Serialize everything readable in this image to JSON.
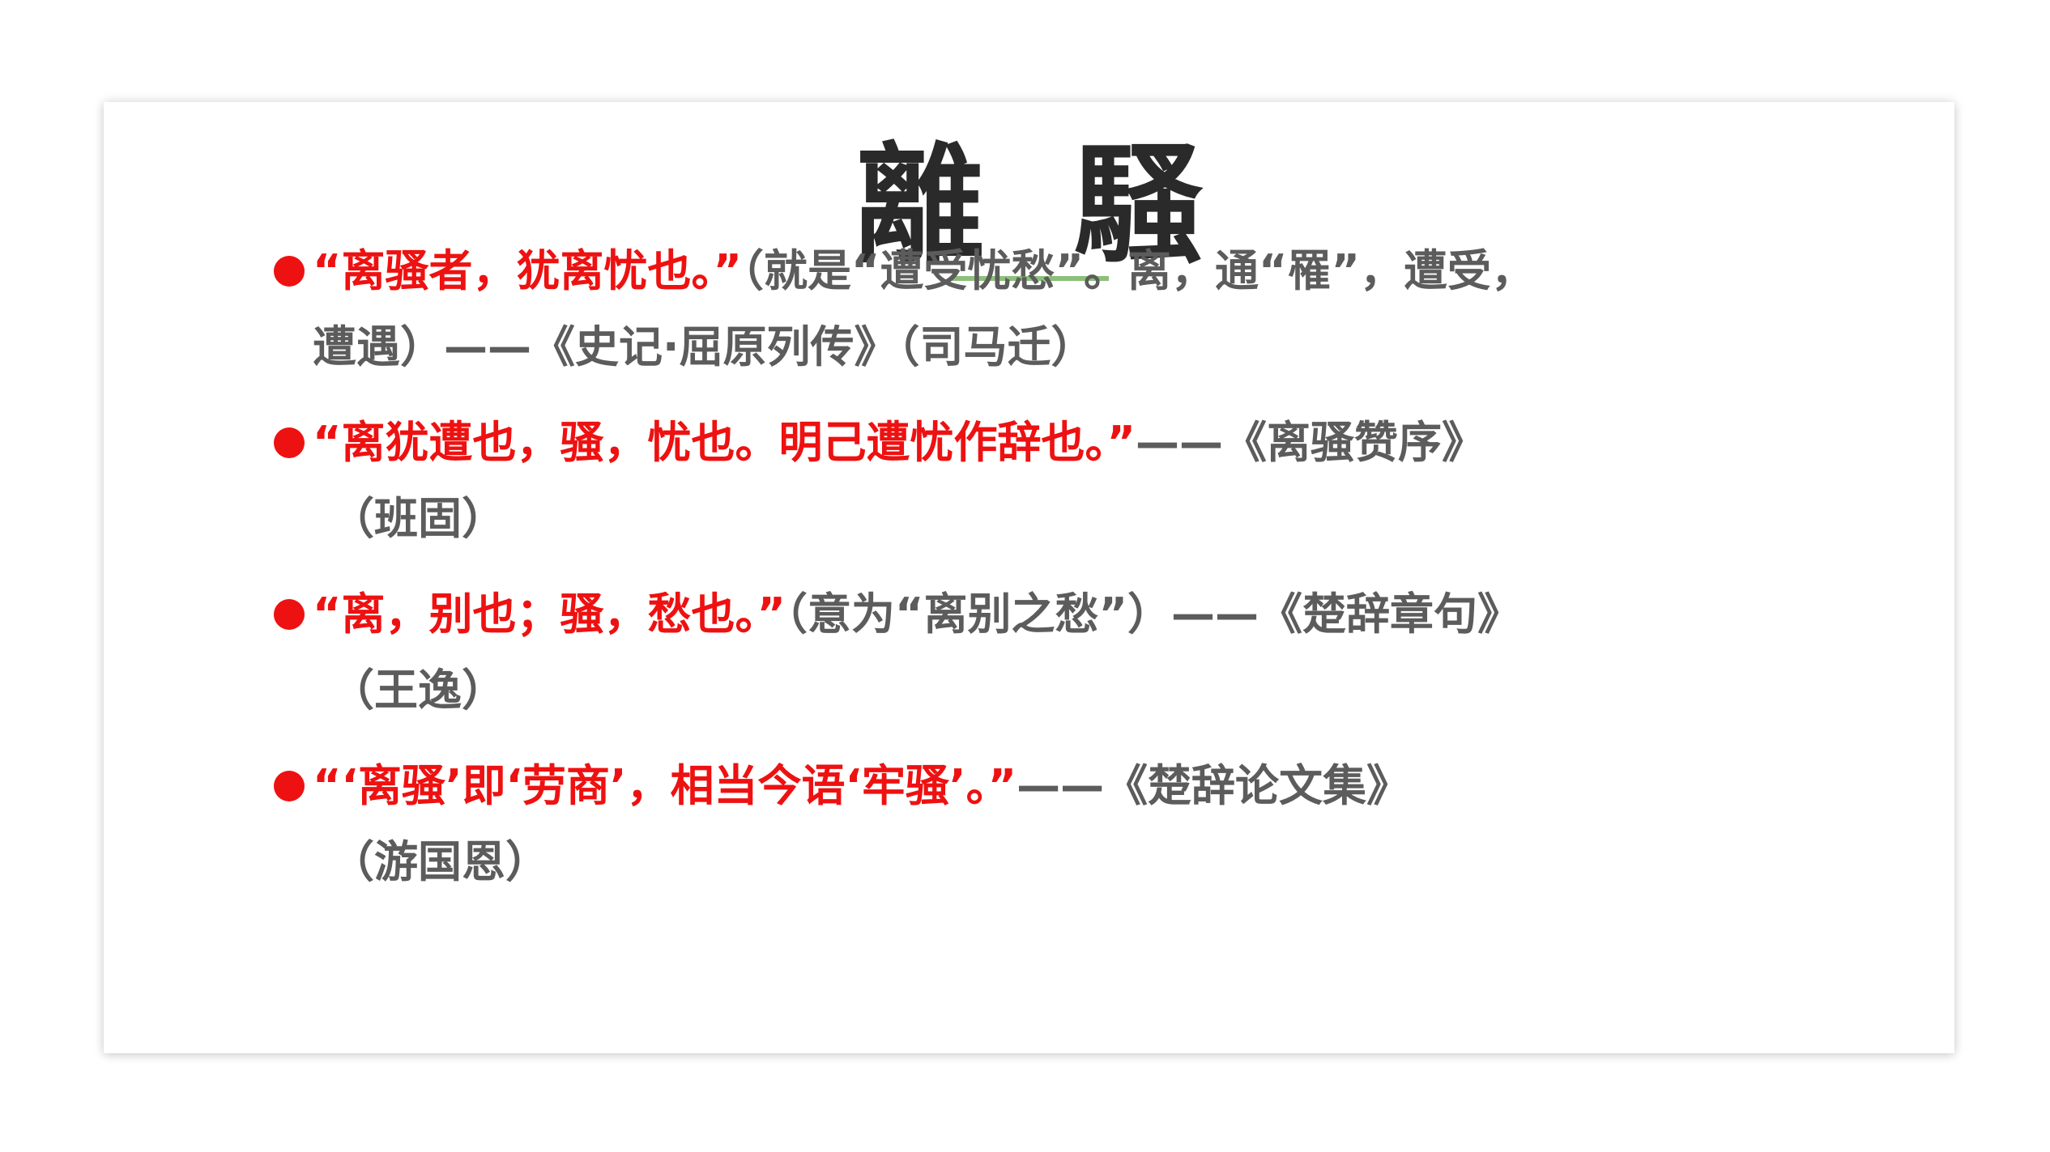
{
  "slide": {
    "title_char_1": "離",
    "title_char_2": "騷",
    "quotes": [
      {
        "line1_red": "“离骚者，犹离忧也。”",
        "line1_gray": "（就是“遭受忧愁”。离，通“罹”，遭受，",
        "line2_red": "",
        "line2_gray": "遭遇）——《史记·屈原列传》（司马迁）"
      },
      {
        "line1_red": "“离犹遭也，骚，忧也。明己遭忧作辞也。”",
        "line1_gray": "——《离骚赞序》",
        "line2_red": "",
        "line2_gray": "（班固）"
      },
      {
        "line1_red": "“离，别也；骚，愁也。”",
        "line1_gray": "（意为“离别之愁”）——《楚辞章句》",
        "line2_red": "",
        "line2_gray": "（王逸）"
      },
      {
        "line1_red": "“‘离骚’即‘劳商’，相当今语‘牢骚’。”",
        "line1_gray": "——《楚辞论文集》",
        "line2_red": "",
        "line2_gray": "（游国恩）"
      }
    ]
  },
  "colors": {
    "quote_red": "#ee1111",
    "citation_gray": "#5c5c5c",
    "title_dark": "#2a2a2a",
    "title_underline_green": "#8cc07a"
  }
}
